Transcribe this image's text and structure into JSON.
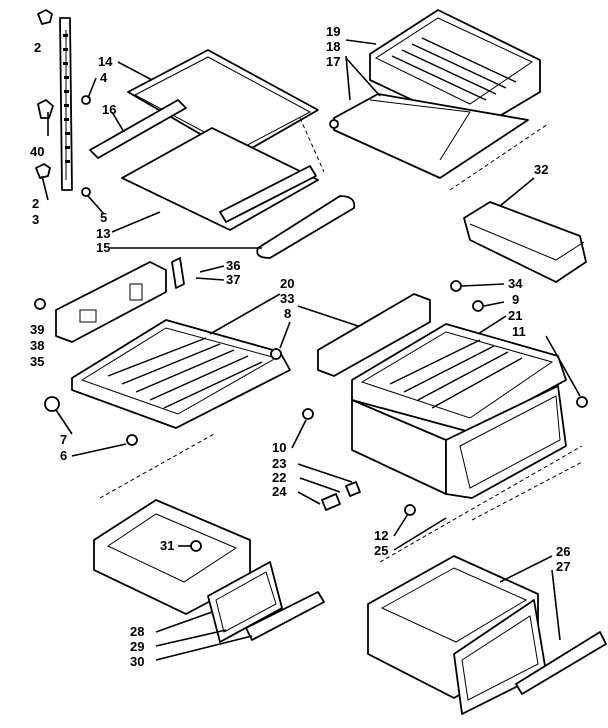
{
  "diagram": {
    "callouts": [
      "2",
      "14",
      "4",
      "16",
      "40",
      "2",
      "3",
      "5",
      "13",
      "15",
      "19",
      "18",
      "17",
      "32",
      "36",
      "37",
      "39",
      "38",
      "35",
      "20",
      "33",
      "8",
      "34",
      "9",
      "21",
      "11",
      "7",
      "6",
      "10",
      "23",
      "22",
      "24",
      "12",
      "25",
      "31",
      "28",
      "29",
      "30",
      "26",
      "27"
    ]
  }
}
